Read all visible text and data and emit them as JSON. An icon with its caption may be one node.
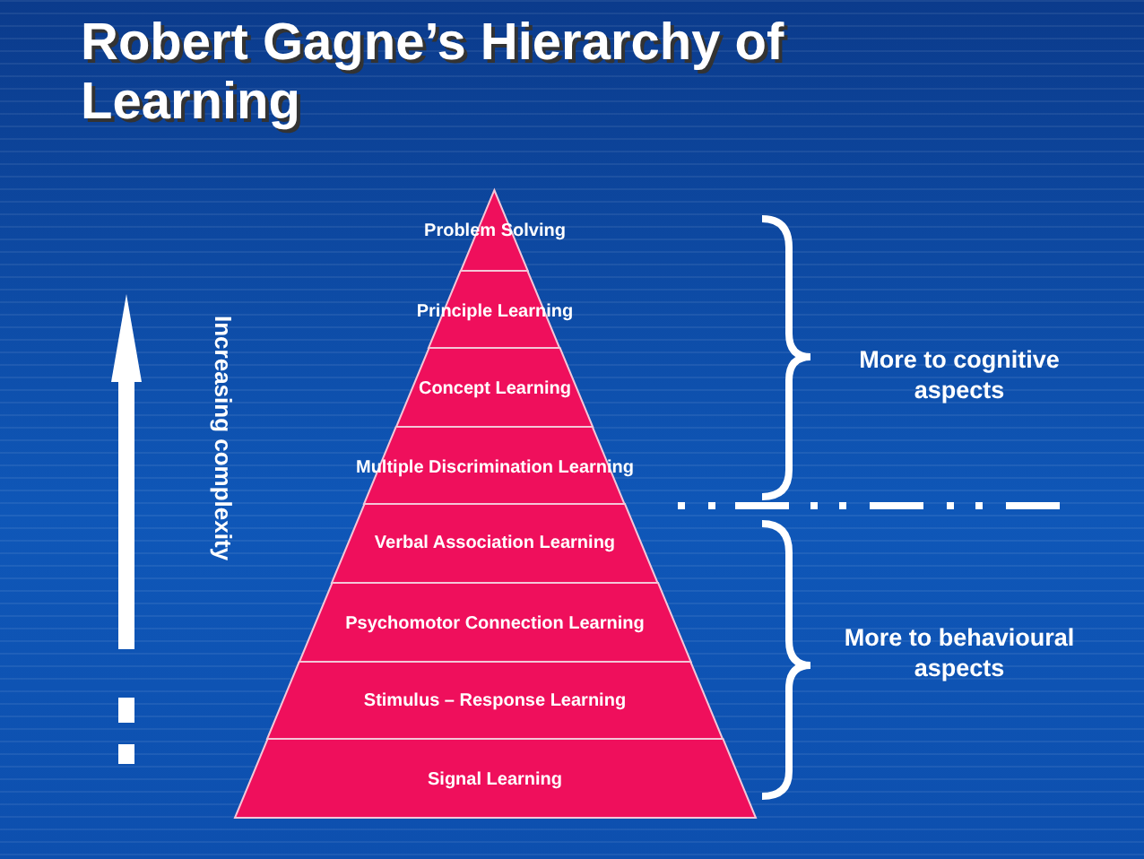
{
  "diagram": {
    "title": "Robert Gagne’s Hierarchy of Learning",
    "nodes": [
      {
        "text": [
          "Problem Solving"
        ]
      },
      {
        "text": [
          "Principle Learning"
        ]
      },
      {
        "text": [
          "Concept Learning"
        ]
      },
      {
        "text": [
          "Multiple Discrimination Learning"
        ]
      },
      {
        "text": [
          "Verbal Association Learning"
        ]
      },
      {
        "text": [
          "Psychomotor Connection Learning"
        ]
      },
      {
        "text": [
          "Stimulus – Response Learning"
        ]
      },
      {
        "text": [
          "Signal Learning"
        ]
      }
    ],
    "labels": [
      "Increasing complexity",
      "More to cognitive aspects",
      "More to behavioural aspects"
    ]
  }
}
